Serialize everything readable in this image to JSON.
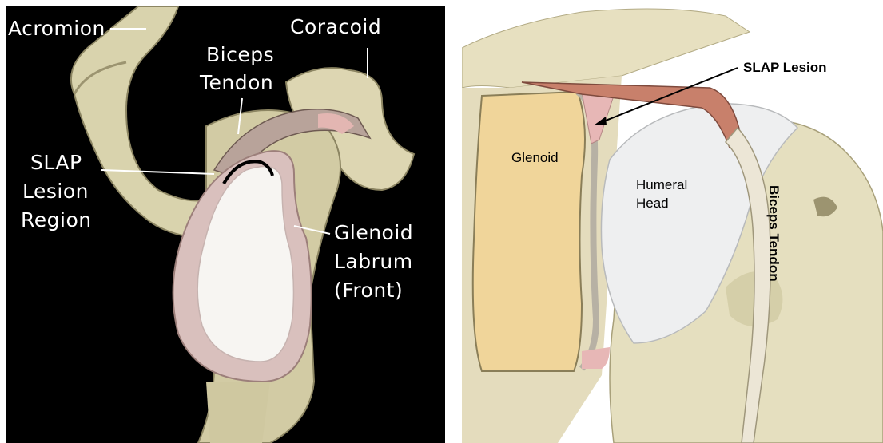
{
  "left_panel": {
    "labels": {
      "acromion": "Acromion",
      "coracoid": "Coracoid",
      "biceps_tendon_line1": "Biceps",
      "biceps_tendon_line2": "Tendon",
      "slap_line1": "SLAP",
      "slap_line2": "Lesion",
      "slap_line3": "Region",
      "glenoid_line1": "Glenoid",
      "glenoid_line2": "Labrum",
      "glenoid_line3": "(Front)"
    }
  },
  "right_panel": {
    "labels": {
      "slap_lesion": "SLAP Lesion",
      "glenoid": "Glenoid",
      "humeral_line1": "Humeral",
      "humeral_line2": "Head",
      "biceps_tendon": "Biceps Tendon"
    }
  },
  "colors": {
    "bone": "#e6dfbe",
    "bone_shadow": "#b9b08a",
    "cartilage": "#e8e9ea",
    "tendon": "#c8806b",
    "labrum_pink": "#e7b7b6",
    "glenoid_fill": "#f0d59a",
    "background_left": "#000000"
  }
}
